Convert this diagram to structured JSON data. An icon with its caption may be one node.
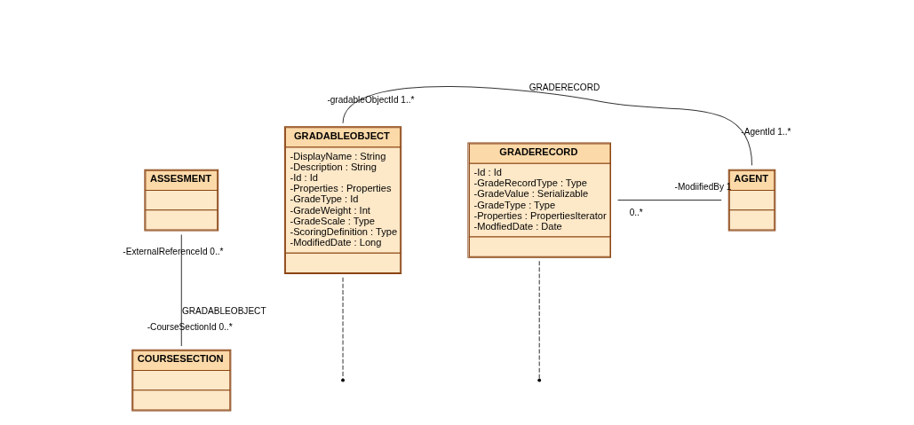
{
  "diagram": {
    "nodes": [
      {
        "text": [
          "ASSESMENT"
        ]
      },
      {
        "text": [
          "COURSESECTION"
        ]
      },
      {
        "text": [
          "GRADABLEOBJECT",
          "-DisplayName : String",
          "-Description : String",
          "-Id : Id",
          "-Properties : Properties",
          "-GradeType : Id",
          "-GradeWeight : Int",
          "-GradeScale : Type",
          "-ScoringDefinition : Type",
          "-ModifiedDate : Long"
        ]
      },
      {
        "text": [
          "GRADERECORD",
          "-Id : Id",
          "-GradeRecordType : Type",
          "-GradeValue : Serializable",
          "-GradeType : Type",
          "-Properties : PropertiesIterator",
          "-ModfiedDate : Date"
        ]
      },
      {
        "text": [
          "AGENT"
        ]
      }
    ],
    "edges": [
      {
        "from": 0,
        "to": 1,
        "arrow": "none",
        "label": "GRADABLEOBJECT"
      },
      {
        "from": 2,
        "to": 4,
        "arrow": "none",
        "label": "GRADERECORD"
      },
      {
        "from": 3,
        "to": 4,
        "arrow": "none"
      },
      {
        "from": 2,
        "to": null,
        "arrow": "none",
        "style": "dashed"
      },
      {
        "from": 3,
        "to": null,
        "arrow": "none",
        "style": "dashed"
      }
    ],
    "labels": [
      "-ExternalReferenceId",
      "0..*",
      "-gradableObjectId",
      "1..*",
      "-AgentId",
      "1..*",
      "-ModiifiedBy",
      "0..*",
      "1",
      "-CourseSectionId",
      "0..*"
    ]
  }
}
